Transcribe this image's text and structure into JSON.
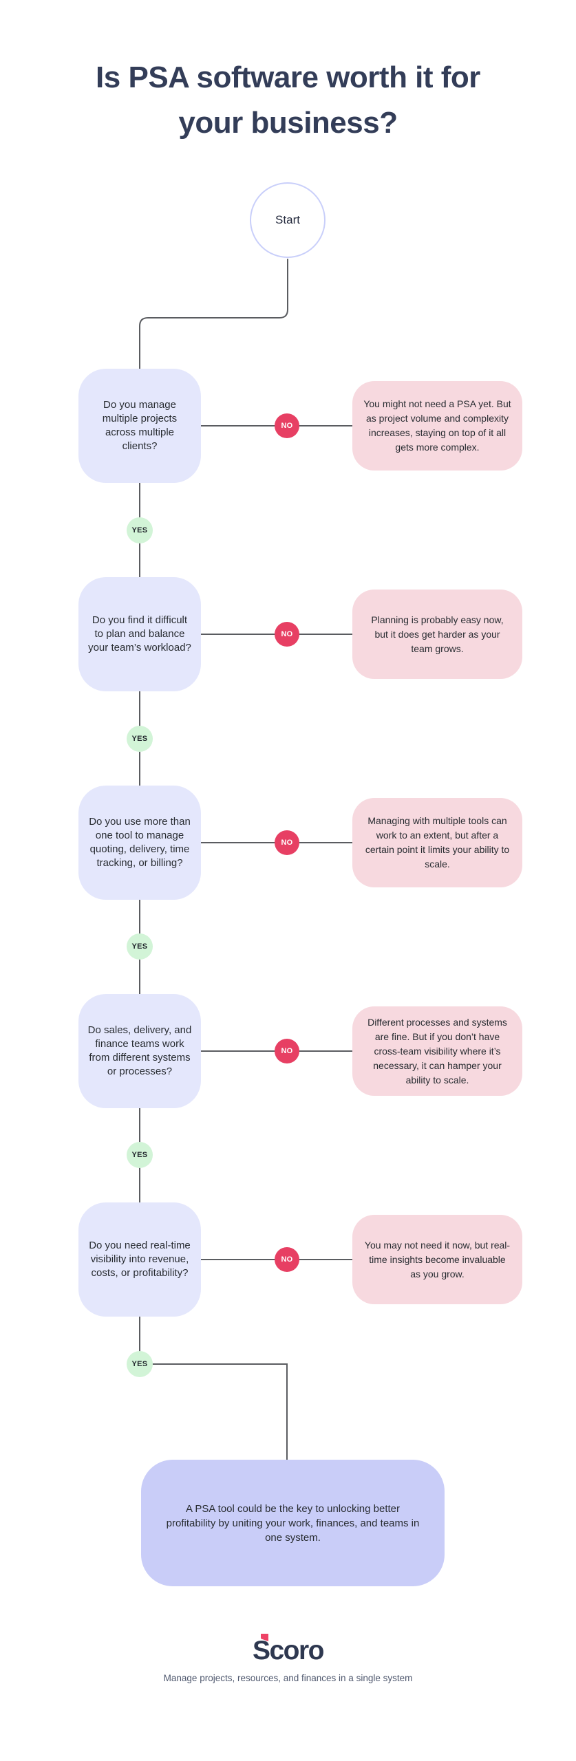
{
  "title": "Is PSA software worth it for your business?",
  "start_label": "Start",
  "flow": {
    "yes_label": "YES",
    "no_label": "NO",
    "questions": [
      {
        "question": "Do you manage multiple projects across multiple clients?",
        "no_answer": "You might not need a PSA yet. But as project volume and complexity increases, staying on top of it all gets more complex."
      },
      {
        "question": "Do you find it difficult to plan and balance your team’s workload?",
        "no_answer": "Planning is probably easy now, but it does get harder as your team grows."
      },
      {
        "question": "Do you use more than one tool to manage quoting, delivery, time tracking, or billing?",
        "no_answer": "Managing with multiple tools can work to an extent, but after a certain point it limits your ability to scale."
      },
      {
        "question": "Do sales, delivery, and finance teams work from different systems or processes?",
        "no_answer": "Different processes and systems are fine. But if you don’t have cross-team visibility where it’s necessary, it can hamper your ability to scale."
      },
      {
        "question": "Do you need real-time visibility into revenue, costs, or profitability?",
        "no_answer": "You may not need it now, but real-time insights become invaluable as you grow."
      }
    ],
    "conclusion": "A PSA tool could be the key to unlocking better profitability by uniting your work, finances, and teams in one system."
  },
  "footer": {
    "logo_text": "Scoro",
    "tagline": "Manage projects, resources, and finances in a single system"
  },
  "colors": {
    "title_text": "#333d58",
    "question_box_bg": "#e4e7fc",
    "answer_box_bg": "#f7d9df",
    "conclusion_box_bg": "#c9cdf8",
    "yes_badge_bg": "#d2f4d7",
    "no_badge_bg": "#e73f63",
    "start_circle_border": "#c9cffa",
    "connector_line": "#5a5c60",
    "logo_navy": "#2e3850",
    "logo_red": "#ee4266"
  }
}
